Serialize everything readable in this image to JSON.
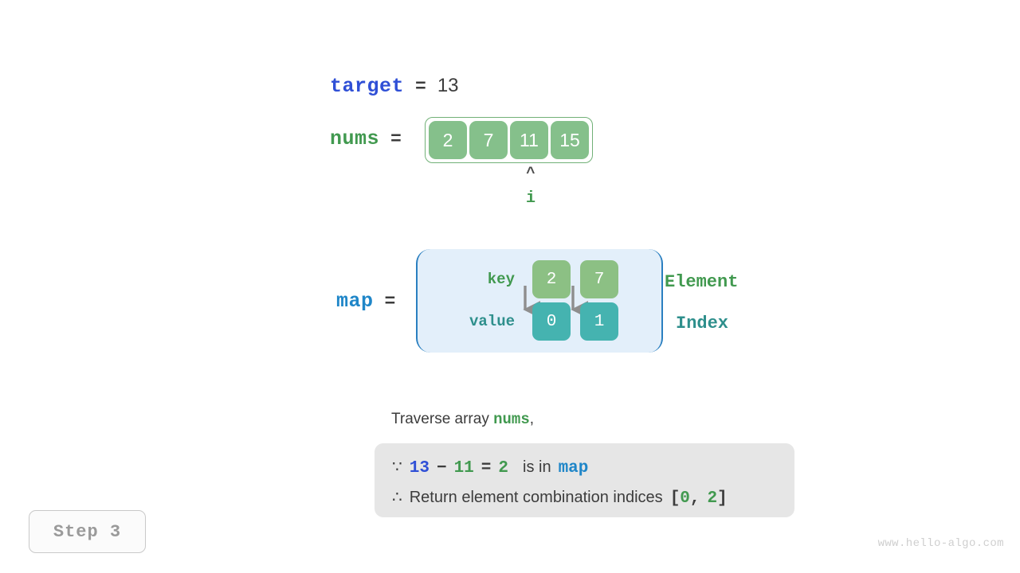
{
  "target": {
    "label": "target",
    "equals": "=",
    "value": "13"
  },
  "nums": {
    "label": "nums",
    "equals": "=",
    "cells": [
      "2",
      "7",
      "11",
      "15"
    ],
    "pointer": {
      "caret": "^",
      "name": "i",
      "at_index": 2
    }
  },
  "map": {
    "label": "map",
    "equals": "=",
    "key_row_label": "key",
    "value_row_label": "value",
    "keys": [
      "2",
      "7"
    ],
    "values": [
      "0",
      "1"
    ],
    "legend": {
      "element": "Element",
      "index": "Index"
    }
  },
  "description": {
    "prefix": "Traverse array ",
    "highlight": "nums",
    "suffix": ","
  },
  "callout": {
    "line1": {
      "symbol": "∵",
      "a": "13",
      "minus": "−",
      "b": "11",
      "eq": "=",
      "c": "2",
      "text": "is in",
      "map": "map"
    },
    "line2": {
      "symbol": "∴",
      "text": "Return element combination indices",
      "bracket_open": "[",
      "i0": "0",
      "comma": ",",
      "i1": "2",
      "bracket_close": "]"
    }
  },
  "step_badge": "Step 3",
  "watermark": "www.hello-algo.com",
  "colors": {
    "target_blue": "#2f4fd6",
    "map_blue": "#1f86c8",
    "green": "#41994f",
    "teal": "#2e8f8c",
    "array_cell": "#85c08b",
    "key_cell": "#8cc084",
    "value_cell": "#45b3b0",
    "map_bg": "#e3effa",
    "callout_bg": "#e6e6e6",
    "text": "#3c3c3c"
  }
}
